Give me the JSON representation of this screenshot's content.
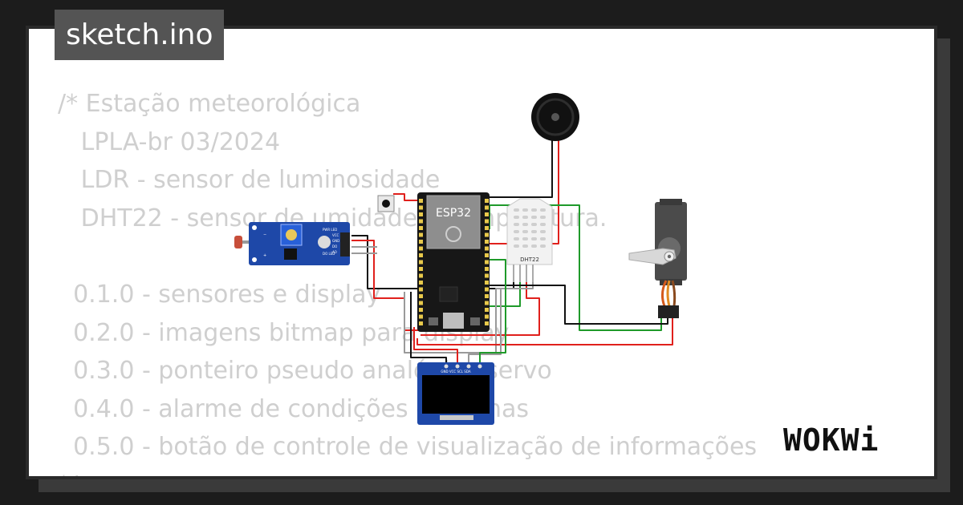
{
  "file_tab": "sketch.ino",
  "code_lines": [
    "/* Estação meteorológica",
    "   LPLA-br 03/2024",
    "   LDR - sensor de luminosidade",
    "   DHT22 - sensor de umidade e temperatura.",
    "",
    "  0.1.0 - sensores e display",
    "  0.2.0 - imagens bitmap para display",
    "  0.3.0 - ponteiro pseudo analógico servo",
    "  0.4.0 - alarme de condições extremas",
    "  0.5.0 - botão de controle de visualização de informações",
    "*/"
  ],
  "components": {
    "esp32_label": "ESP32",
    "dht22_label": "DHT22",
    "ldr_pin_labels": [
      "VCC",
      "GND",
      "DO",
      "AO"
    ],
    "ldr_led_labels": [
      "PWR LED",
      "DO LED"
    ],
    "oled_pin_labels": "GND VCC SCL SDA"
  },
  "brand": "WOKWi",
  "colors": {
    "page_bg": "#1c1c1c",
    "card_bg": "#ffffff",
    "tab_bg": "#545454",
    "code_text": "#cfcfcf",
    "wire_red": "#e0201c",
    "wire_black": "#111111",
    "wire_green": "#1f9a2a",
    "wire_gray": "#9a9a9a",
    "pcb_blue": "#1e48a8"
  }
}
